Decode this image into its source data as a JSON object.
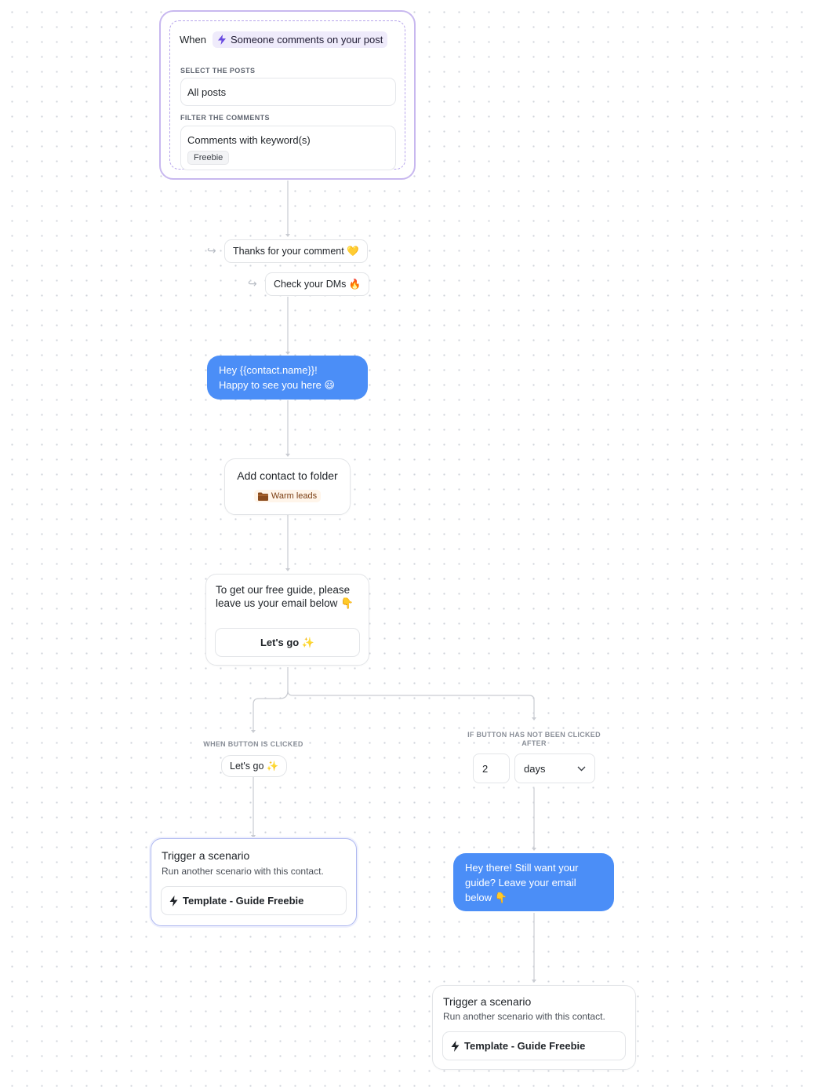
{
  "trigger": {
    "when_label": "When",
    "event_label": "Someone comments on your post",
    "select_posts_label": "SELECT THE POSTS",
    "posts_value": "All posts",
    "filter_label": "FILTER THE COMMENTS",
    "filter_value": "Comments with keyword(s)",
    "keyword_tag": "Freebie"
  },
  "public_replies": [
    {
      "text": "Thanks for your comment 💛"
    },
    {
      "text": "Check your DMs 🔥"
    }
  ],
  "dm_message_1": {
    "line1": "Hey {{contact.name}}!",
    "line2": "Happy to see you here 😃"
  },
  "folder_action": {
    "title": "Add contact to folder",
    "folder_name": "Warm leads"
  },
  "email_request": {
    "text": "To get our free guide, please leave us your email below 👇",
    "button_label": "Let's go ✨"
  },
  "branch_clicked": {
    "label": "WHEN BUTTON IS CLICKED",
    "button_label": "Let's go ✨"
  },
  "branch_not_clicked": {
    "label": "IF BUTTON HAS NOT BEEN CLICKED AFTER",
    "delay_value": "2",
    "delay_unit": "days"
  },
  "scenario_left": {
    "title": "Trigger a scenario",
    "description": "Run another scenario with this contact.",
    "template": "Template - Guide Freebie"
  },
  "followup_message": {
    "text": "Hey there! Still want your guide? Leave your email below 👇"
  },
  "scenario_right": {
    "title": "Trigger a scenario",
    "description": "Run another scenario with this contact.",
    "template": "Template - Guide Freebie"
  },
  "colors": {
    "accent_blue": "#4b8ef7",
    "trigger_border": "#c8b8ef",
    "event_chip_bg": "#efebfb",
    "connector": "#c9ccd2"
  }
}
